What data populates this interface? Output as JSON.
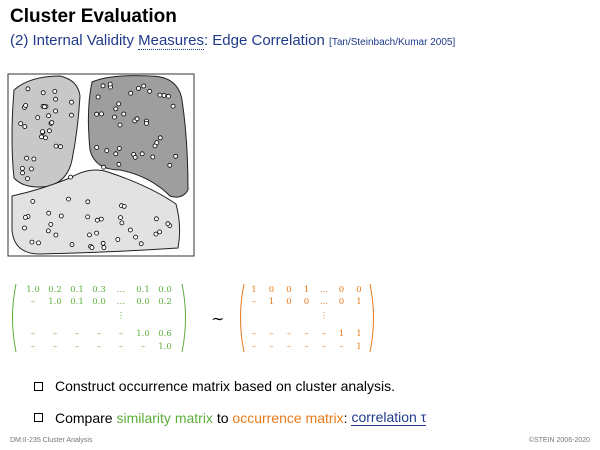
{
  "header": {
    "title": "Cluster Evaluation",
    "subtitle_prefix": "(2) Internal Validity ",
    "subtitle_measures": "Measures",
    "subtitle_colon": ": Edge Correlation",
    "subtitle_ref": "[Tan/Steinbach/Kumar 2005]"
  },
  "similarity_matrix": {
    "color": "#5cae3a",
    "rows": [
      [
        "1.0",
        "0.2",
        "0.1",
        "0.3",
        "…",
        "0.1",
        "0.0"
      ],
      [
        "–",
        "1.0",
        "0.1",
        "0.0",
        "…",
        "0.0",
        "0.2"
      ],
      [
        "",
        "",
        "",
        "",
        "⋮",
        "",
        ""
      ],
      [
        "–",
        "–",
        "–",
        "–",
        "–",
        "1.0",
        "0.6"
      ],
      [
        "–",
        "–",
        "–",
        "–",
        "–",
        "–",
        "1.0"
      ]
    ]
  },
  "tilde": "∼",
  "occurrence_matrix": {
    "color": "#e87a1a",
    "rows": [
      [
        "1",
        "0",
        "0",
        "1",
        "…",
        "0",
        "0"
      ],
      [
        "–",
        "1",
        "0",
        "0",
        "…",
        "0",
        "1"
      ],
      [
        "",
        "",
        "",
        "",
        "⋮",
        "",
        ""
      ],
      [
        "–",
        "–",
        "–",
        "–",
        "–",
        "1",
        "1"
      ],
      [
        "–",
        "–",
        "–",
        "–",
        "–",
        "–",
        "1"
      ]
    ]
  },
  "bullets": {
    "b1": "Construct occurrence matrix based on cluster analysis.",
    "b2_pre": "Compare ",
    "b2_sim": "similarity matrix",
    "b2_mid": " to ",
    "b2_occ": "occurrence matrix",
    "b2_colon": ": ",
    "b2_link": "correlation τ"
  },
  "footer": {
    "left": "DM:II-235   Cluster Analysis",
    "right": "©STEIN 2006-2020"
  }
}
